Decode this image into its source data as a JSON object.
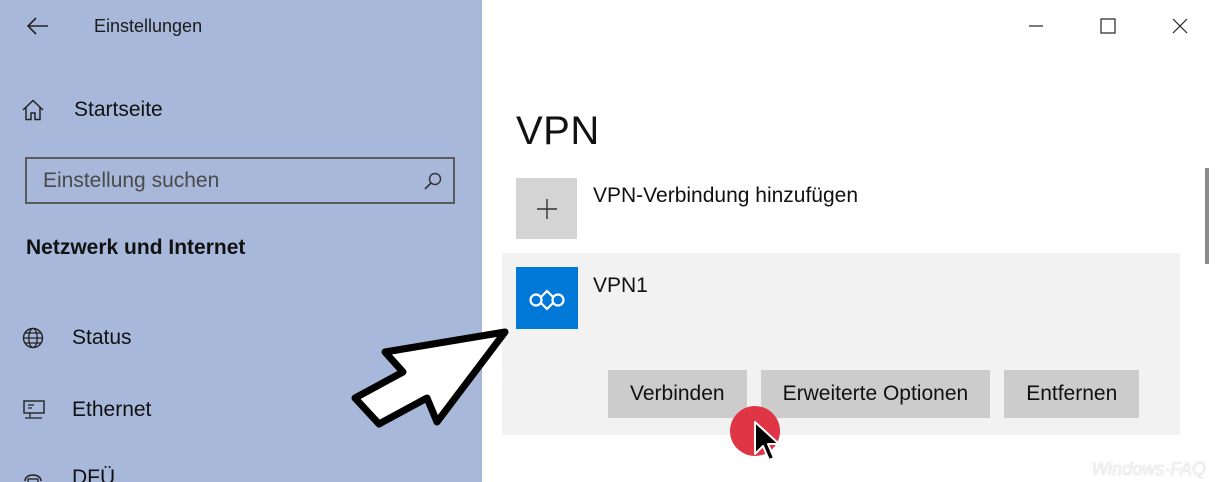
{
  "app": {
    "title": "Einstellungen"
  },
  "nav": {
    "home_label": "Startseite",
    "search_placeholder": "Einstellung suchen",
    "section_title": "Netzwerk und Internet",
    "items": [
      {
        "label": "Status",
        "icon": "globe-icon"
      },
      {
        "label": "Ethernet",
        "icon": "ethernet-icon"
      },
      {
        "label": "DFÜ",
        "icon": "dialup-icon"
      }
    ]
  },
  "page": {
    "title": "VPN",
    "add_connection_label": "VPN-Verbindung hinzufügen"
  },
  "vpn": {
    "name": "VPN1",
    "actions": {
      "connect": "Verbinden",
      "advanced": "Erweiterte Optionen",
      "remove": "Entfernen"
    }
  },
  "watermark": "Windows-FAQ",
  "colors": {
    "nav_background": "#a8b8db",
    "vpn_tile": "#0078d7",
    "button": "#cccccc",
    "click_indicator": "#e03545"
  }
}
